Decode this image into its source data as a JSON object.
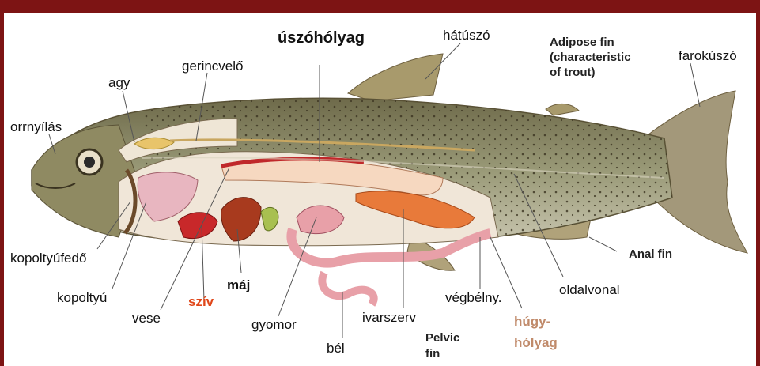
{
  "colors": {
    "frame": "#7d1414",
    "heart_label": "#e0471a",
    "bladder_label": "#c08a6a"
  },
  "labels": {
    "uszoholyag": "úszóhólyag",
    "hatuszo": "hátúszó",
    "adipose": "Adipose fin",
    "adipose_note": "(characteristic",
    "adipose_note2": "of trout)",
    "farokuszo": "farokúszó",
    "gerincvelo": "gerincvelő",
    "agy": "agy",
    "orrnyilas": "orrnyílás",
    "kopoltyufedo": "kopoltyúfedő",
    "kopoltyu": "kopoltyú",
    "vese": "vese",
    "sziv": "szív",
    "maj": "máj",
    "gyomor": "gyomor",
    "bel": "bél",
    "ivarszerv": "ivarszerv",
    "pelvic": "Pelvic",
    "pelvic2": "fin",
    "vegbelny": "végbélny.",
    "hugy": "húgy-",
    "holyag": "hólyag",
    "oldalvonal": "oldalvonal",
    "anal": "Anal fin"
  }
}
